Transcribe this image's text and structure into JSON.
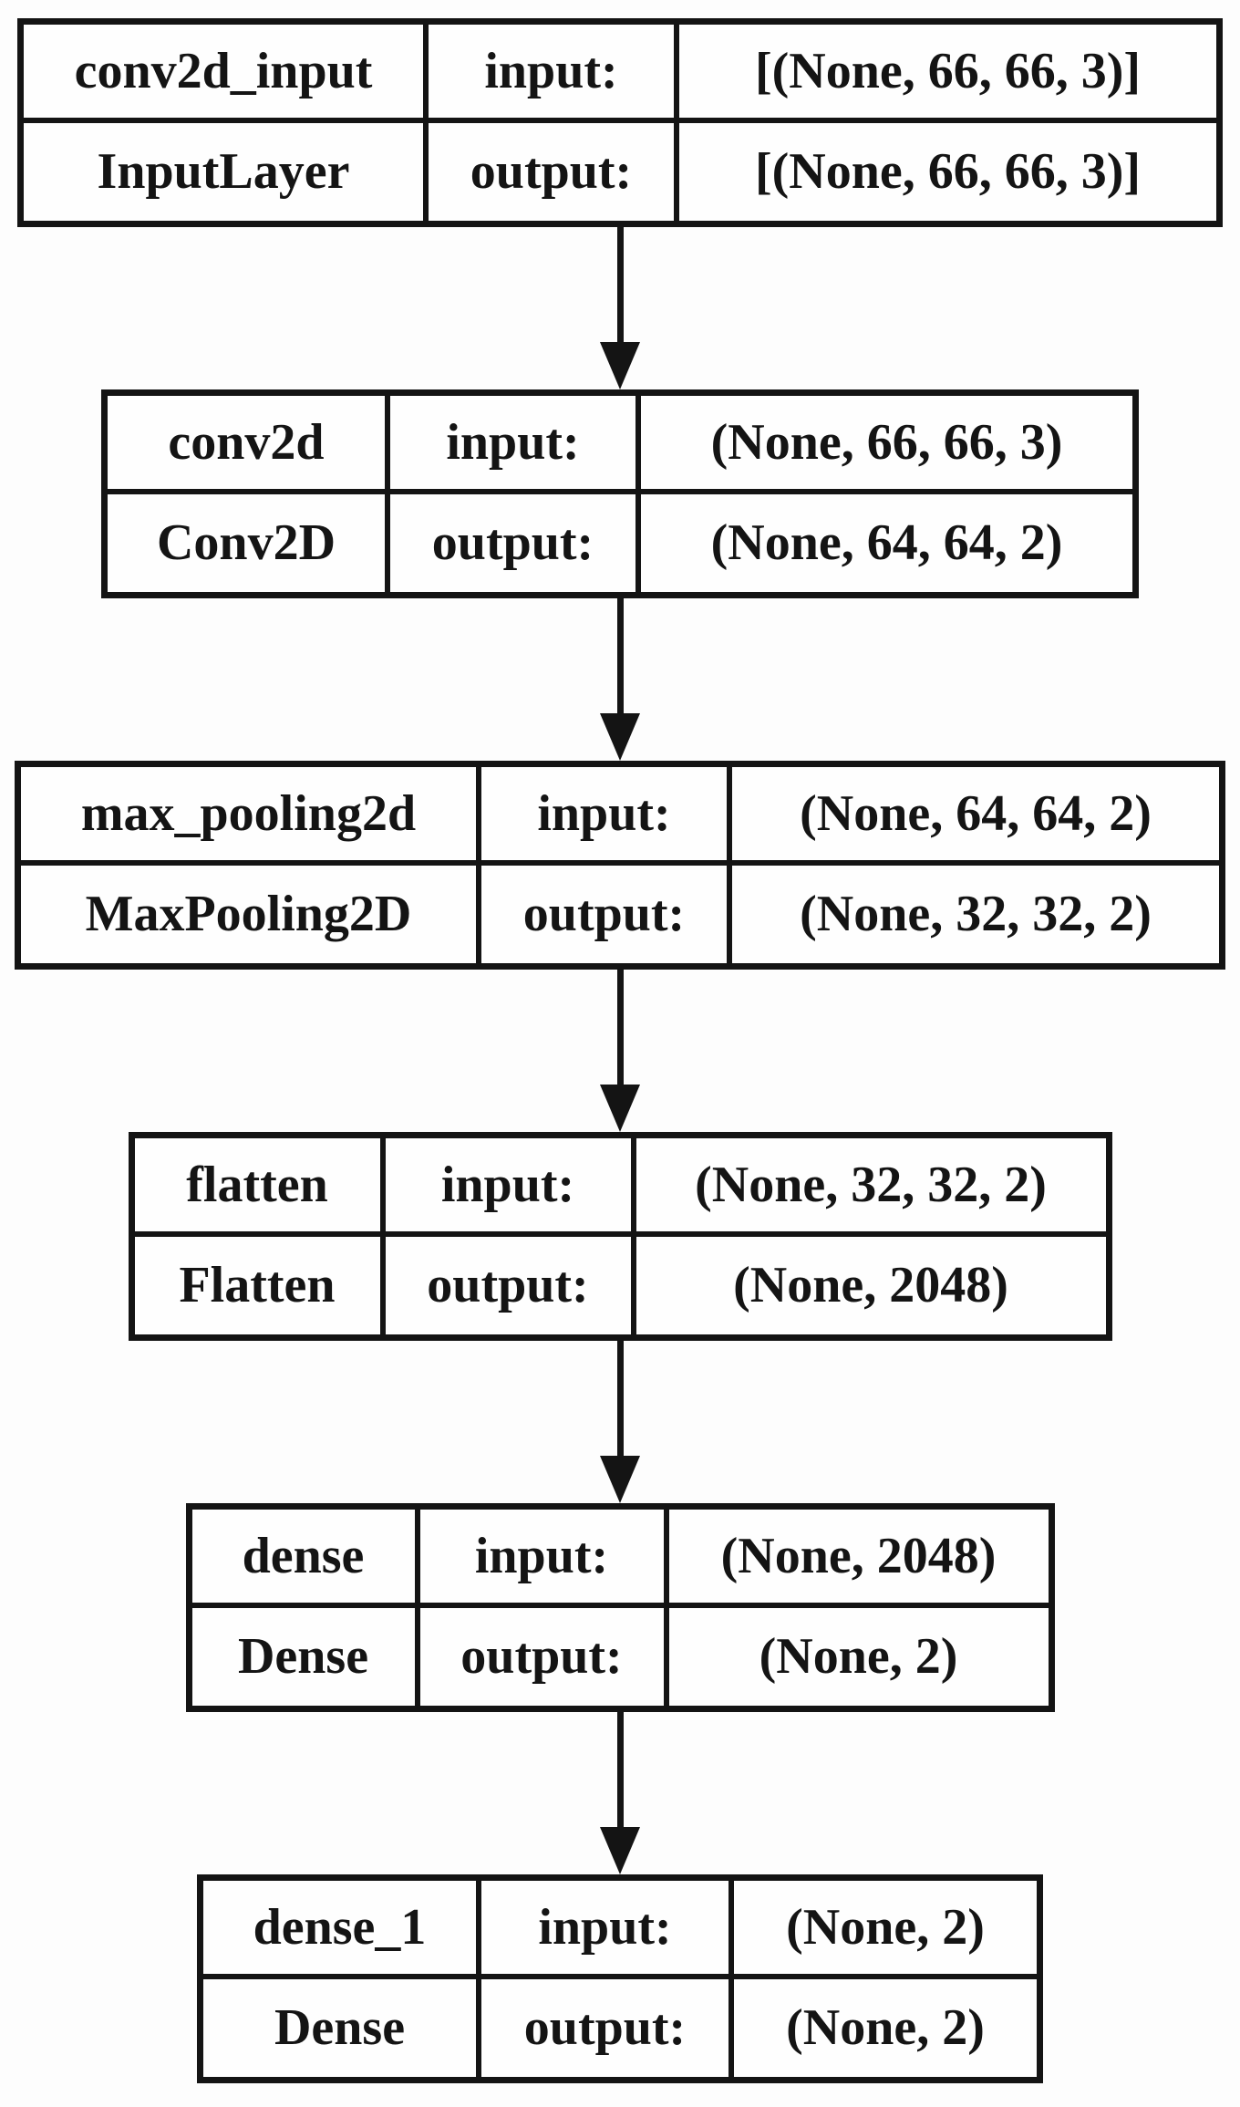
{
  "diagram": {
    "kind": "neural-network-layer-graph",
    "colors": {
      "background": "#fdfdfd",
      "line": "#141414",
      "text": "#141414",
      "node_fill": "#fefefe"
    },
    "nodes": [
      {
        "name": "conv2d_input",
        "layer_type": "InputLayer",
        "input_label": "input:",
        "output_label": "output:",
        "input_shape": "[(None, 66, 66, 3)]",
        "output_shape": "[(None, 66, 66, 3)]"
      },
      {
        "name": "conv2d",
        "layer_type": "Conv2D",
        "input_label": "input:",
        "output_label": "output:",
        "input_shape": "(None, 66, 66, 3)",
        "output_shape": "(None, 64, 64, 2)"
      },
      {
        "name": "max_pooling2d",
        "layer_type": "MaxPooling2D",
        "input_label": "input:",
        "output_label": "output:",
        "input_shape": "(None, 64, 64, 2)",
        "output_shape": "(None, 32, 32, 2)"
      },
      {
        "name": "flatten",
        "layer_type": "Flatten",
        "input_label": "input:",
        "output_label": "output:",
        "input_shape": "(None, 32, 32, 2)",
        "output_shape": "(None, 2048)"
      },
      {
        "name": "dense",
        "layer_type": "Dense",
        "input_label": "input:",
        "output_label": "output:",
        "input_shape": "(None, 2048)",
        "output_shape": "(None, 2)"
      },
      {
        "name": "dense_1",
        "layer_type": "Dense",
        "input_label": "input:",
        "output_label": "output:",
        "input_shape": "(None, 2)",
        "output_shape": "(None, 2)"
      }
    ],
    "edges": [
      {
        "from": "conv2d_input",
        "to": "conv2d"
      },
      {
        "from": "conv2d",
        "to": "max_pooling2d"
      },
      {
        "from": "max_pooling2d",
        "to": "flatten"
      },
      {
        "from": "flatten",
        "to": "dense"
      },
      {
        "from": "dense",
        "to": "dense_1"
      }
    ]
  }
}
